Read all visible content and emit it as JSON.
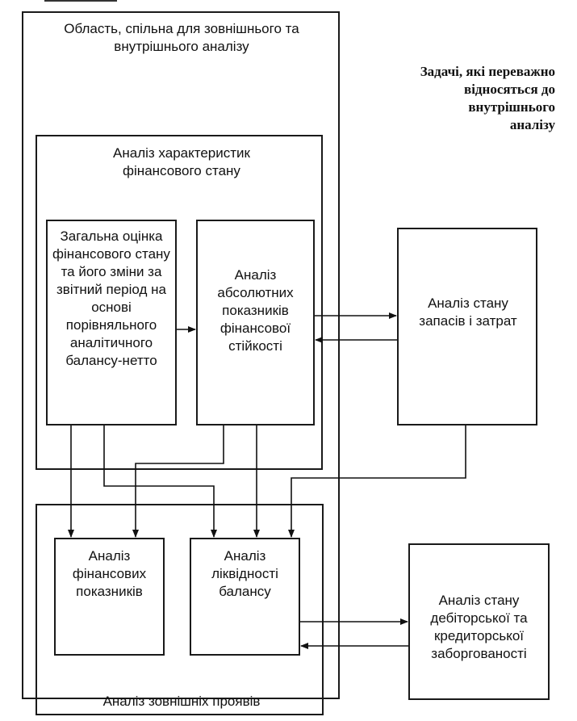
{
  "regions": {
    "common_title": "Область, спільна для зовнішнього та внутрішнього аналізу",
    "internal_tasks_note": "Задачі, які переважно відносяться до внутрішнього аналізу",
    "financial_state_title": "Аналіз характеристик фінансового стану",
    "external_title": "Аналіз зовнішніх проявів"
  },
  "blocks": {
    "general_assessment": "Загальна оцінка фінансового стану та його зміни за звітний період на основі порівняльного аналітичного балансу-нетто",
    "absolute_indicators": "Аналіз абсолютних показників фінансової стійкості",
    "inventory_costs": "Аналіз стану запасів і затрат",
    "financial_ratios": "Аналіз фінансових показників",
    "balance_liquidity": "Аналіз ліквідності балансу",
    "receivables_payables": "Аналіз стану дебіторської та кредиторської заборгованості"
  }
}
